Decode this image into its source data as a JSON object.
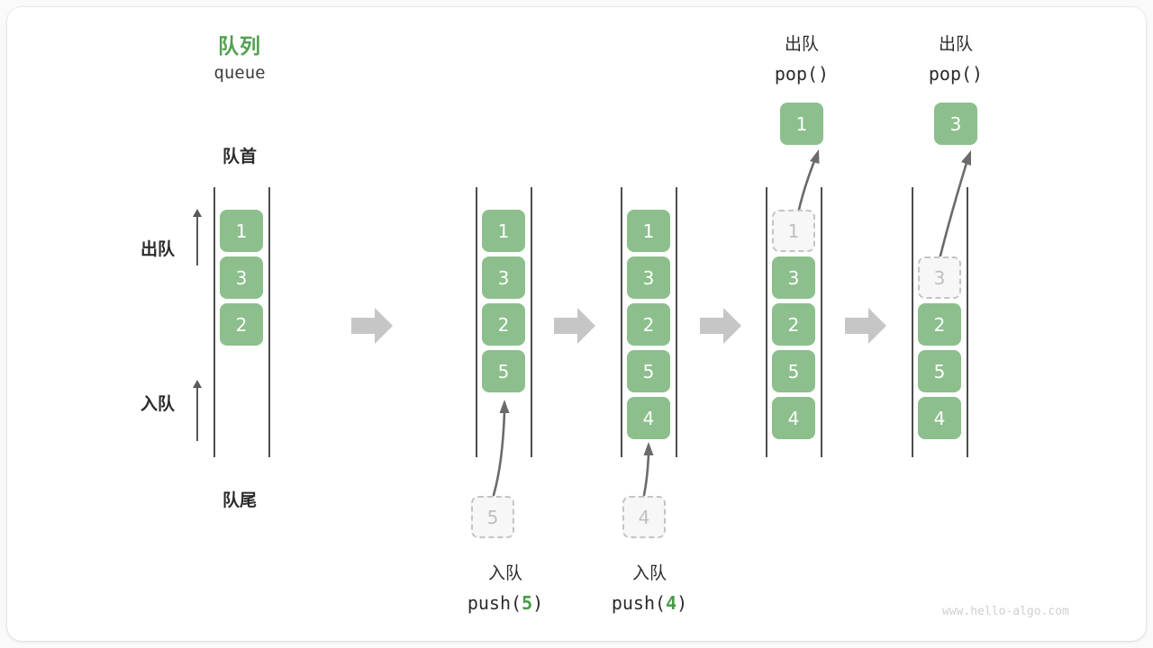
{
  "diagram": {
    "title_cn": "队列",
    "title_en": "queue",
    "front_label": "队首",
    "rear_label": "队尾",
    "dequeue_label": "出队",
    "enqueue_label": "入队",
    "watermark": "www.hello-algo.com",
    "colors": {
      "green": "#8cbf8c",
      "title_green": "#52a052",
      "ghost_border": "#c4c4c4",
      "ghost_fill": "#f7f7f7",
      "rail": "#4d4d4d",
      "arrow": "#595959",
      "block_arrow": "#c6c6c6",
      "card": "#ffffff",
      "background": "#fafafa"
    }
  },
  "stages": [
    {
      "id": "initial",
      "cells": [
        {
          "value": "1",
          "state": "filled"
        },
        {
          "value": "3",
          "state": "filled"
        },
        {
          "value": "2",
          "state": "filled"
        }
      ],
      "caption_cn": "",
      "caption_code": "",
      "ghost": null
    },
    {
      "id": "push-5",
      "cells": [
        {
          "value": "1",
          "state": "filled"
        },
        {
          "value": "3",
          "state": "filled"
        },
        {
          "value": "2",
          "state": "filled"
        },
        {
          "value": "5",
          "state": "filled"
        }
      ],
      "caption_cn": "入队",
      "caption_code": "push(5)",
      "caption_code_prefix": "push(",
      "caption_code_num": "5",
      "caption_code_suffix": ")",
      "ghost": {
        "value": "5",
        "position": "below"
      }
    },
    {
      "id": "push-4",
      "cells": [
        {
          "value": "1",
          "state": "filled"
        },
        {
          "value": "3",
          "state": "filled"
        },
        {
          "value": "2",
          "state": "filled"
        },
        {
          "value": "5",
          "state": "filled"
        },
        {
          "value": "4",
          "state": "filled"
        }
      ],
      "caption_cn": "入队",
      "caption_code": "push(4)",
      "caption_code_prefix": "push(",
      "caption_code_num": "4",
      "caption_code_suffix": ")",
      "ghost": {
        "value": "4",
        "position": "below"
      }
    },
    {
      "id": "pop-1",
      "cells": [
        {
          "value": "1",
          "state": "ghost"
        },
        {
          "value": "3",
          "state": "filled"
        },
        {
          "value": "2",
          "state": "filled"
        },
        {
          "value": "5",
          "state": "filled"
        },
        {
          "value": "4",
          "state": "filled"
        }
      ],
      "caption_cn": "出队",
      "caption_code": "pop()",
      "popped": {
        "value": "1"
      }
    },
    {
      "id": "pop-3",
      "cells": [
        {
          "value": "",
          "state": "empty"
        },
        {
          "value": "3",
          "state": "ghost"
        },
        {
          "value": "2",
          "state": "filled"
        },
        {
          "value": "5",
          "state": "filled"
        },
        {
          "value": "4",
          "state": "filled"
        }
      ],
      "caption_cn": "出队",
      "caption_code": "pop()",
      "popped": {
        "value": "3"
      }
    }
  ]
}
